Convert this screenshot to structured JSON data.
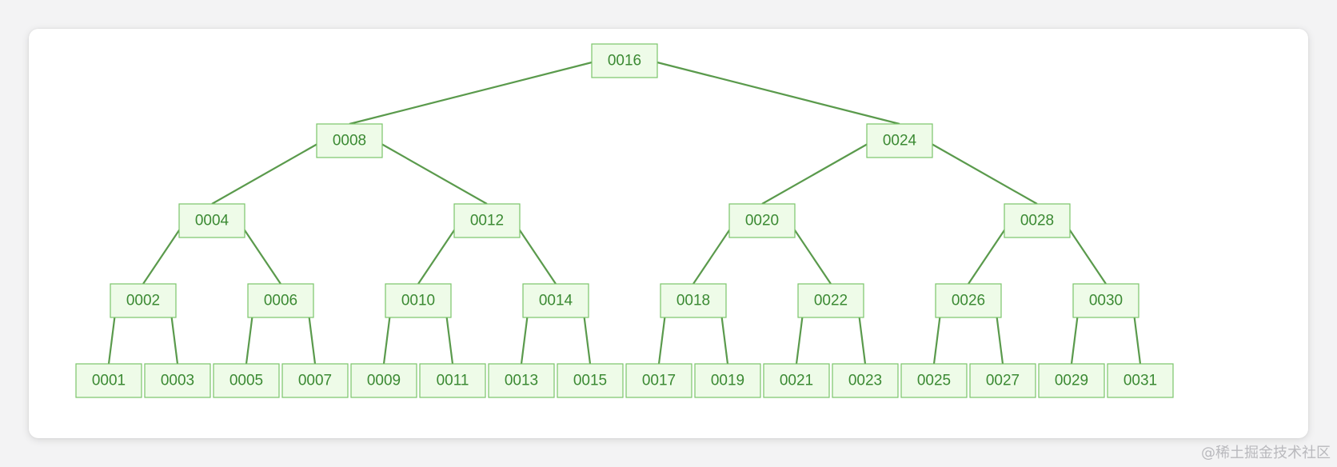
{
  "diagram": {
    "type": "binary-tree",
    "levels": [
      [
        "0016"
      ],
      [
        "0008",
        "0024"
      ],
      [
        "0004",
        "0012",
        "0020",
        "0028"
      ],
      [
        "0002",
        "0006",
        "0010",
        "0014",
        "0018",
        "0022",
        "0026",
        "0030"
      ],
      [
        "0001",
        "0003",
        "0005",
        "0007",
        "0009",
        "0011",
        "0013",
        "0015",
        "0017",
        "0019",
        "0021",
        "0023",
        "0025",
        "0027",
        "0029",
        "0031"
      ]
    ],
    "colors": {
      "node_fill": "#eefbe8",
      "node_border": "#7bc46a",
      "node_text": "#3b8a33",
      "edge": "#5a9a4c"
    }
  },
  "watermark": "@稀土掘金技术社区"
}
